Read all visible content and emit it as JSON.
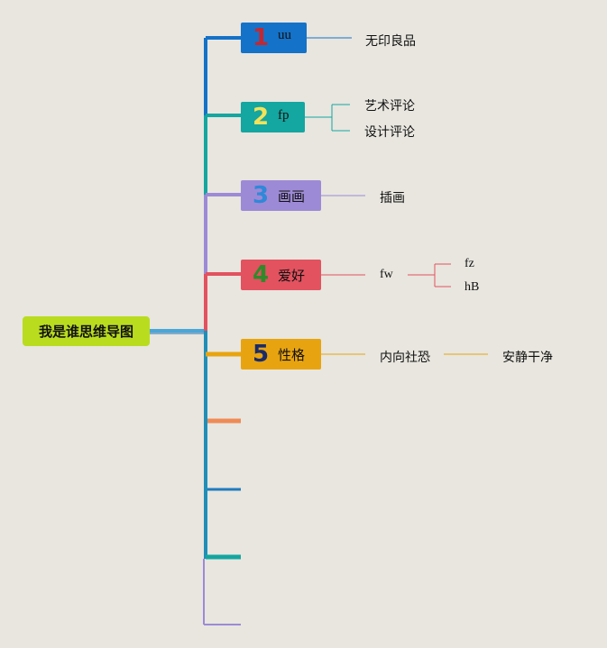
{
  "root": {
    "label": "我是谁思维导图",
    "color": "#b9dc1f"
  },
  "branches": [
    {
      "num": "1",
      "label": "uu",
      "bg": "#1472c8",
      "num_color": "#c8262e",
      "leaves": [
        "无印良品"
      ]
    },
    {
      "num": "2",
      "label": "fp",
      "bg": "#14a6a0",
      "num_color": "#f3e25a",
      "leaves": [
        "艺术评论",
        "设计评论"
      ]
    },
    {
      "num": "3",
      "label": "画画",
      "bg": "#9d8ad6",
      "num_color": "#2f88d8",
      "leaves": [
        "插画"
      ]
    },
    {
      "num": "4",
      "label": "爱好",
      "bg": "#e2525f",
      "num_color": "#2f8a2a",
      "leaves": [
        "fw"
      ],
      "subleaves": [
        "fz",
        "hB"
      ]
    },
    {
      "num": "5",
      "label": "性格",
      "bg": "#e8a410",
      "num_color": "#1a2b6a",
      "leaves": [
        "内向社恐"
      ],
      "subleaves": [
        "安静干净"
      ]
    }
  ],
  "empty_branch_colors": [
    "#ef8a55",
    "#1f7bbf",
    "#14a6a0",
    "#9d8ad6"
  ]
}
